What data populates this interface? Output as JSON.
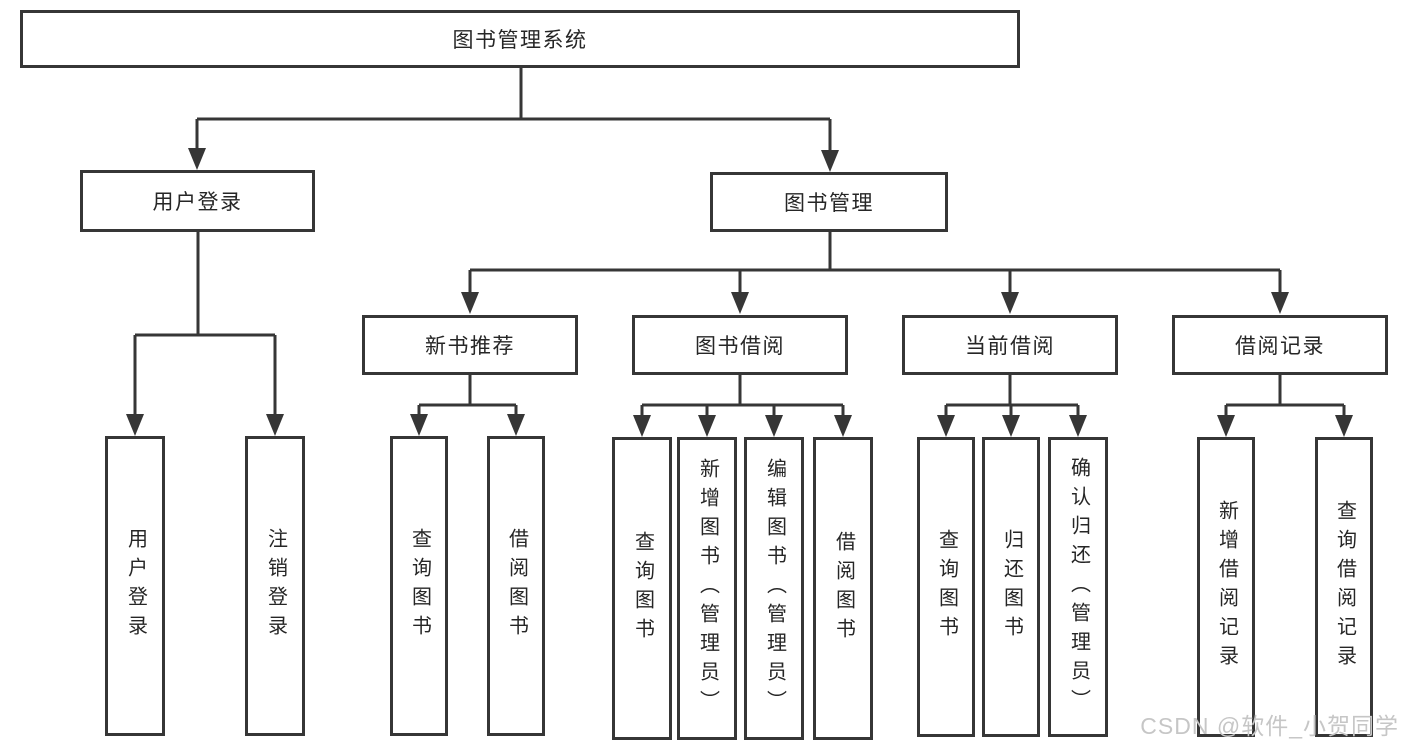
{
  "diagram": {
    "root": "图书管理系统",
    "branches": [
      {
        "label": "用户登录",
        "children": [
          "用户登录",
          "注销登录"
        ]
      },
      {
        "label": "图书管理",
        "children": [
          {
            "label": "新书推荐",
            "children": [
              "查询图书",
              "借阅图书"
            ]
          },
          {
            "label": "图书借阅",
            "children": [
              "查询图书",
              "新增图书（管理员）",
              "编辑图书（管理员）",
              "借阅图书"
            ]
          },
          {
            "label": "当前借阅",
            "children": [
              "查询图书",
              "归还图书",
              "确认归还（管理员）"
            ]
          },
          {
            "label": "借阅记录",
            "children": [
              "新增借阅记录",
              "查询借阅记录"
            ]
          }
        ]
      }
    ]
  },
  "watermark": "CSDN @软件_小贺同学",
  "colors": {
    "line": "#363636",
    "box_border": "#363636",
    "box_fill": "#ffffff",
    "text": "#262626",
    "watermark": "#c6c6c6"
  }
}
